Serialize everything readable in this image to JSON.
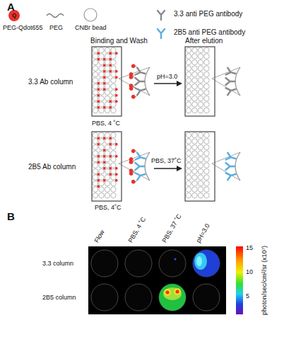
{
  "diagram": {
    "labels": [
      "A",
      "Binding and Wash",
      "After elution",
      "3.3 Ab column",
      "pH=3.0",
      "PBS, 4 ˚C",
      "2B5 Ab column",
      "PBS, 37˚C",
      "PBS, 4˚C",
      "B",
      "Flow",
      "PBS, 4 ˚C",
      "PBS, 37 ˚C",
      "pH=3.0",
      "3.3 column",
      "2B5 column",
      "15",
      "10",
      "5",
      "photon/sec/cm²/sr (x10⁷)",
      "Q"
    ],
    "legend": [
      {
        "text": "PEG-Qdot655"
      },
      {
        "text": "PEG"
      },
      {
        "text": "CNBr bead"
      },
      {
        "text": "3.3 anti PEG antibody"
      },
      {
        "text": "2B5 anti PEG antibody"
      }
    ]
  }
}
